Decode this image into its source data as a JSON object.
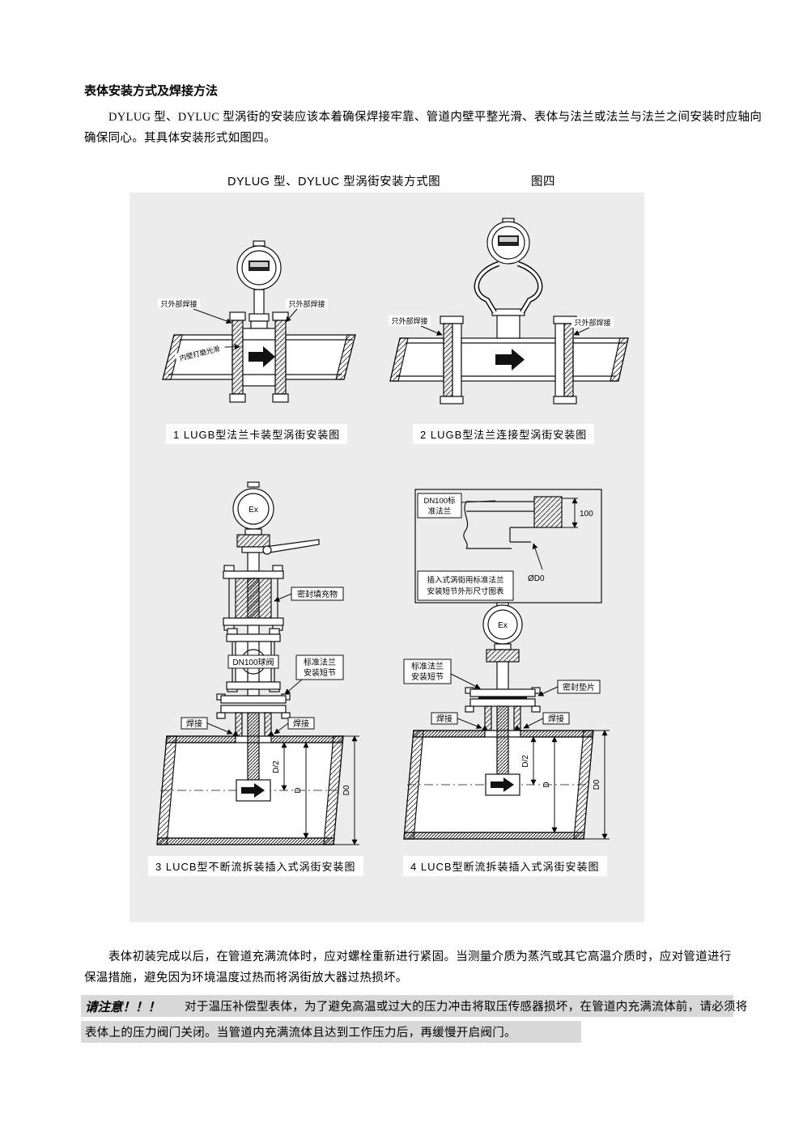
{
  "document": {
    "heading": "表体安装方式及焊接方法",
    "intro_line1": "DYLUG 型、DYLUC 型涡街的安装应该本着确保焊接牢靠、管道内壁平整光滑、表体与法兰或法兰与法兰之间安装时应轴向",
    "intro_line2": "确保同心。其具体安装形式如图四。",
    "figure_title": "DYLUG 型、DYLUC 型涡街安装方式图",
    "figure_number": "图四",
    "closing_line1": "表体初装完成以后，在管道充满流体时，应对螺栓重新进行紧固。当测量介质为蒸汽或其它高温介质时，应对管道进行",
    "closing_line2": "保温措施，避免因为环境温度过热而将涡街放大器过热损坏。",
    "notice_label": "请注意！！！",
    "notice_line1": "对于温压补偿型表体，为了避免高温或过大的压力冲击将取压传感器损坏，在管道内充满流体前，请必须将",
    "notice_line2": "表体上的压力阀门关闭。当管道内充满流体且达到工作压力后，再缓慢开启阀门。"
  },
  "figure": {
    "diagram1": {
      "caption": "1 LUGB型法兰卡装型涡街安装图",
      "label_weld_left": "只外部焊接",
      "label_weld_right": "只外部焊接",
      "label_inner_wall": "内壁打磨光滑"
    },
    "diagram2": {
      "caption": "2 LUGB型法兰连接型涡街安装图",
      "label_weld_left": "只外部焊接",
      "label_weld_right": "只外部焊接"
    },
    "diagram3": {
      "caption": "3 LUCB型不断流拆装插入式涡街安装图",
      "head_mark": "Ex",
      "label_seal_packing": "密封填充物",
      "label_ball_valve": "DN100球阀",
      "label_std_flange_1": "标准法兰",
      "label_std_flange_2": "安装短节",
      "label_weld_left": "焊接",
      "label_weld_right": "焊接",
      "dim_half": "D/2",
      "dim_d": "D",
      "dim_do": "D0"
    },
    "detail_box": {
      "label_flange_1": "DN100标",
      "label_flange_2": "准法兰",
      "dim_100": "100",
      "dim_do": "ØD0",
      "caption_1": "插入式涡街用标准法兰",
      "caption_2": "安装短节外形尺寸图表"
    },
    "diagram4": {
      "caption": "4 LUCB型断流拆装插入式涡街安装图",
      "head_mark": "Ex",
      "label_std_flange_1": "标准法兰",
      "label_std_flange_2": "安装短节",
      "label_seal_gasket": "密封垫片",
      "label_weld_left": "焊接",
      "label_weld_right": "焊接",
      "dim_half": "D/2",
      "dim_d": "D",
      "dim_do": "D0"
    }
  }
}
